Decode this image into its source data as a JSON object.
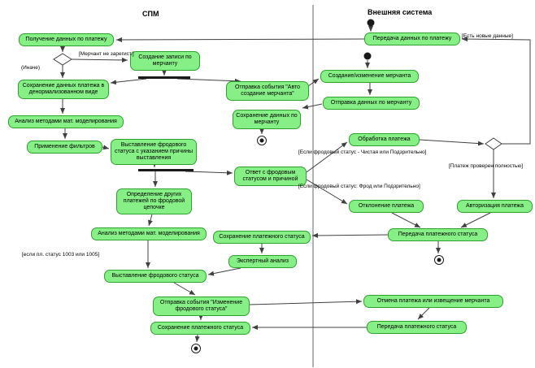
{
  "lanes": {
    "left": "СПМ",
    "right": "Внешняя система"
  },
  "nodes": {
    "get_payment_data": "Получение данных по платежу",
    "create_merchant_record": "Создание записи по мерчанту",
    "save_denormalized": "Сохранение данных платежа в денормализованном виде",
    "math_analysis_1": "Анализ методами мат. моделирования",
    "apply_filters": "Применение фильтров",
    "set_fraud_status_reason": "Выставление фродового статуса с указанием причины выставления",
    "send_auto_create_event": "Отправка события \"Авто создание мерчанта\"",
    "save_merchant_data": "Сохранение данных по мерчанту",
    "fraud_status_response": "Ответ с фродовым статусом и причиной",
    "find_chain_payments": "Определение других платежей по фродовой цепочке",
    "math_analysis_2": "Анализ методами мат. моделирования",
    "set_fraud_status": "Выставление фродового статуса",
    "send_change_status_event": "Отправка события \"Изменение фродового статуса\"",
    "save_payment_status_left": "Сохранение платежного статуса",
    "save_payment_status_mid": "Сохранение платежного статуса",
    "expert_analysis": "Экспертный анализ",
    "transfer_payment_data": "Передача данных по платежу",
    "create_or_change_merchant": "Создание/изменение мерчанта",
    "send_merchant_data": "Отправка данных по мерчанту",
    "process_payment": "Обработка платежа",
    "decline_payment": "Отклонение платежа",
    "authorize_payment": "Авторизация платежа",
    "transfer_payment_status_mid": "Передача платежного статуса",
    "cancel_or_notify": "Отмена платежа или извещение мерчанта",
    "transfer_payment_status_bottom": "Передача платежного статуса"
  },
  "guards": {
    "merchant_not_registered": "[Мерчант не зарегист.]",
    "otherwise": "(Иначе)",
    "new_data_available": "[Есть новые данные]",
    "status_clean_or_suspicious": "[Если фродовый статус - Чистая или Подзрительно]",
    "payment_fully_verified": "[Платеж проверен полностью]",
    "status_fraud_or_suspicious": "[Если фродовый статус: Фрод или Подзрительно]",
    "payment_status_1003_1005": "[если пл. статус 1003 или 1005]"
  },
  "colors": {
    "node_fill": "#86F086",
    "node_border": "#2FA12F",
    "line": "#404040"
  }
}
